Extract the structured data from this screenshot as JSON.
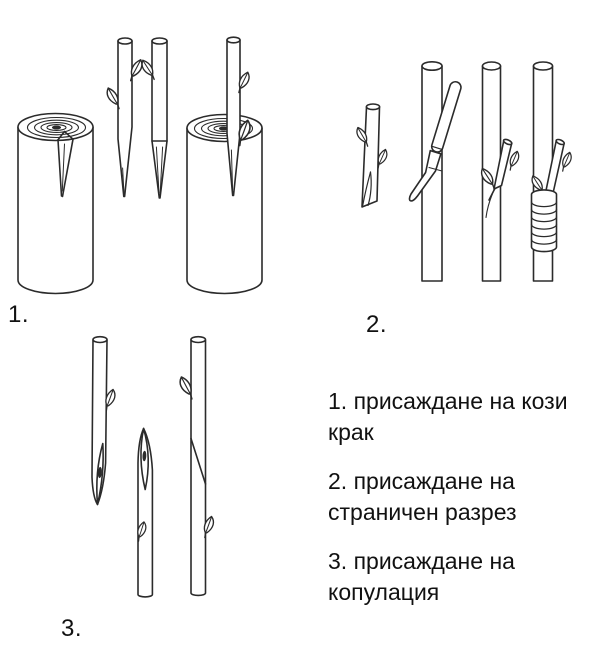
{
  "figures": [
    {
      "label": "1."
    },
    {
      "label": "2."
    },
    {
      "label": "3."
    }
  ],
  "legend": {
    "items": [
      "1. присаждане на кози крак",
      "2. присаждане на страничен разрез",
      "3. присаждане на копулация"
    ]
  },
  "colors": {
    "line": "#2b2b2b",
    "background": "#ffffff",
    "text": "#111111"
  }
}
